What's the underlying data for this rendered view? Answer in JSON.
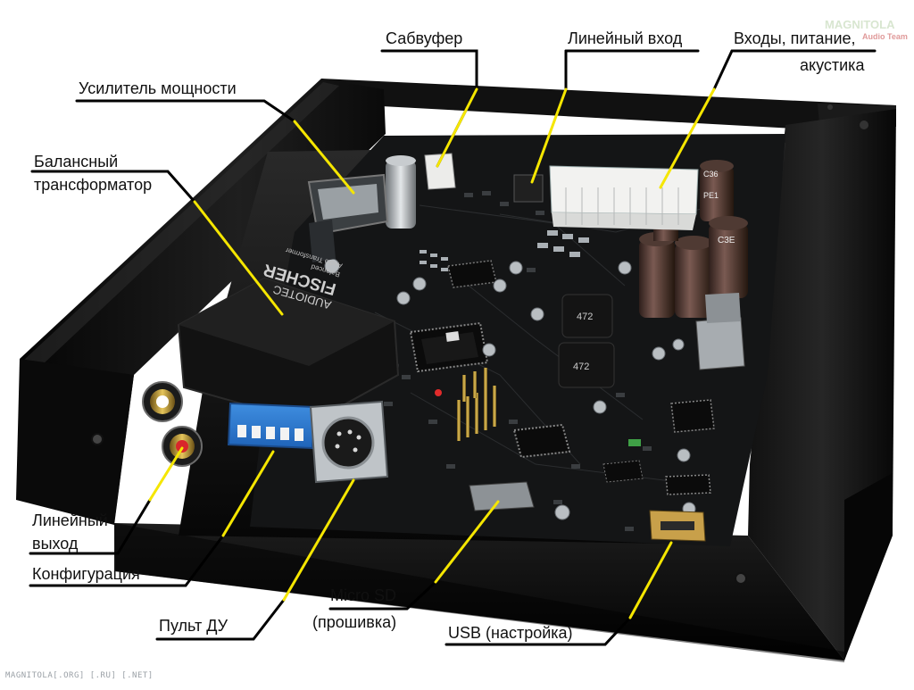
{
  "labels": {
    "subwoofer": "Сабвуфер",
    "line_in": "Линейный вход",
    "inputs_power": "Входы, питание,",
    "speakers": "акустика",
    "amplifier": "Усилитель мощности",
    "balanced_1": "Балансный",
    "balanced_2": "трансформатор",
    "line_out_1": "Линейный",
    "line_out_2": "выход",
    "config": "Конфигурация",
    "remote": "Пульт ДУ",
    "microsd": "Micro SD",
    "firmware": "(прошивка)",
    "usb": "USB (настройка)"
  },
  "transformer_text": {
    "brand": "AUDIOTEC",
    "name": "FISCHER",
    "line1": "Balanced",
    "line2": "Audio Transformer"
  },
  "chip_text": {
    "chip1": "C36",
    "chip2": "PE1",
    "chip3": "C3E",
    "coil1": "472",
    "coil2": "472"
  },
  "watermark_top": "MAGNITOLA",
  "watermark_team": "Audio Team",
  "footer": "MAGNITOLA[.ORG] [.RU] [.NET]",
  "colors": {
    "leader": "#f5e600",
    "leader_black": "#000000",
    "case": "#0c0c0c",
    "pcb": "#151617"
  }
}
